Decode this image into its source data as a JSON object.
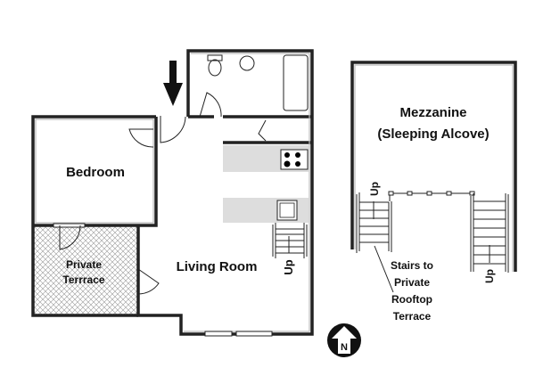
{
  "floor_plan": {
    "rooms": {
      "bedroom": "Bedroom",
      "terrace_line1": "Private",
      "terrace_line2": "Terrrace",
      "living_room": "Living Room",
      "mezzanine_line1": "Mezzanine",
      "mezzanine_line2": "(Sleeping Alcove)"
    },
    "stairs_labels": {
      "main_up": "Up",
      "mezz_left_up": "Up",
      "mezz_right_up": "Up"
    },
    "stairs_note": [
      "Stairs to",
      "Private",
      "Rooftop",
      "Terrace"
    ],
    "north_label": "N",
    "colors": {
      "wall": "#222222",
      "counter": "#dddddd",
      "terrace_hatch": "#999999"
    }
  }
}
